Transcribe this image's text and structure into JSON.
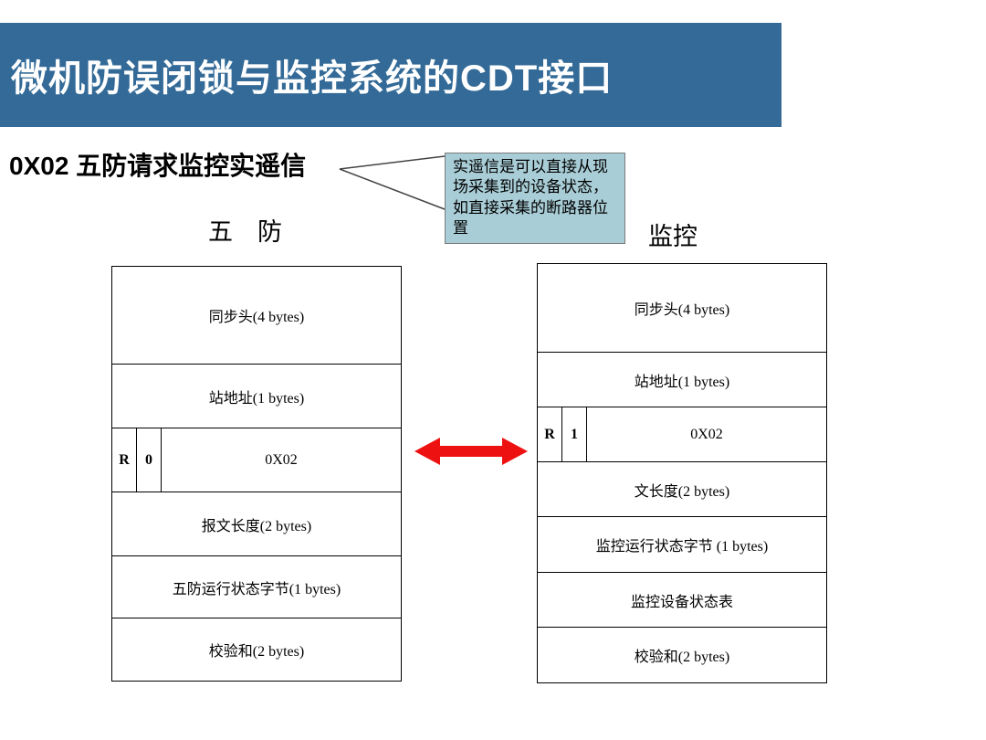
{
  "header": {
    "title": "微机防误闭锁与监控系统的CDT接口"
  },
  "subtitle": {
    "text": "0X02 五防请求监控实遥信"
  },
  "callout": {
    "text": "实遥信是可以直接从现场采集到的设备状态，如直接采集的断路器位置"
  },
  "frames": {
    "left": {
      "title": "五　防",
      "cells": {
        "sync": "同步头(4 bytes)",
        "addr": "站地址(1 bytes)",
        "r": "R",
        "bit": "0",
        "code": "0X02",
        "length": "报文长度(2 bytes)",
        "status": "五防运行状态字节(1 bytes)",
        "checksum": "校验和(2 bytes)"
      }
    },
    "right": {
      "title": "监控",
      "cells": {
        "sync": "同步头(4 bytes)",
        "addr": "站地址(1 bytes)",
        "r": "R",
        "bit": "1",
        "code": "0X02",
        "length": "文长度(2 bytes)",
        "status": "监控运行状态字节 (1 bytes)",
        "devtable": "监控设备状态表",
        "checksum": "校验和(2 bytes)"
      }
    }
  },
  "colors": {
    "banner": "#336a97",
    "callout_bg": "#a9cdd6",
    "arrow": "#ee1111"
  }
}
